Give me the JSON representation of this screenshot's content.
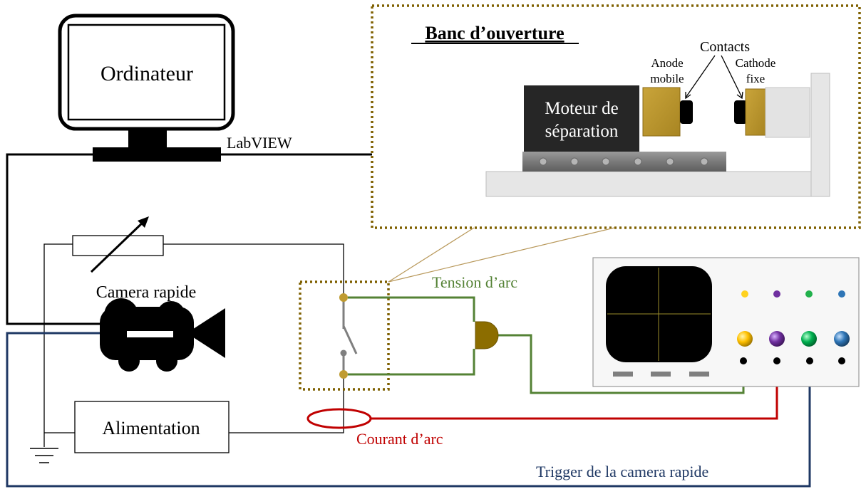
{
  "computer": {
    "label": "Ordinateur",
    "software_label": "LabVIEW"
  },
  "bench": {
    "title": "Banc d’ouverture",
    "motor_label_line1": "Moteur de",
    "motor_label_line2": "séparation",
    "contacts_label": "Contacts",
    "anode_line1": "Anode",
    "anode_line2": "mobile",
    "cathode_line1": "Cathode",
    "cathode_line2": "fixe"
  },
  "camera": {
    "label": "Camera rapide"
  },
  "power": {
    "label": "Alimentation"
  },
  "signals": {
    "arc_voltage": "Tension d’arc",
    "arc_current": "Courant d’arc",
    "camera_trigger": "Trigger de la camera rapide"
  },
  "colors": {
    "voltage_wire": "#548235",
    "current_wire": "#c00000",
    "trigger_wire": "#1f3864",
    "frame_dots": "#7f6000",
    "contact_gold": "#bf9b30",
    "probe": "#8c6d00"
  },
  "oscilloscope": {
    "small_led_colors": [
      "#ffd21f",
      "#7030a0",
      "#22b14c",
      "#2e75b6"
    ],
    "knob_colors": [
      "#ffc000",
      "#7030a0",
      "#00b050",
      "#2e75b6"
    ]
  }
}
